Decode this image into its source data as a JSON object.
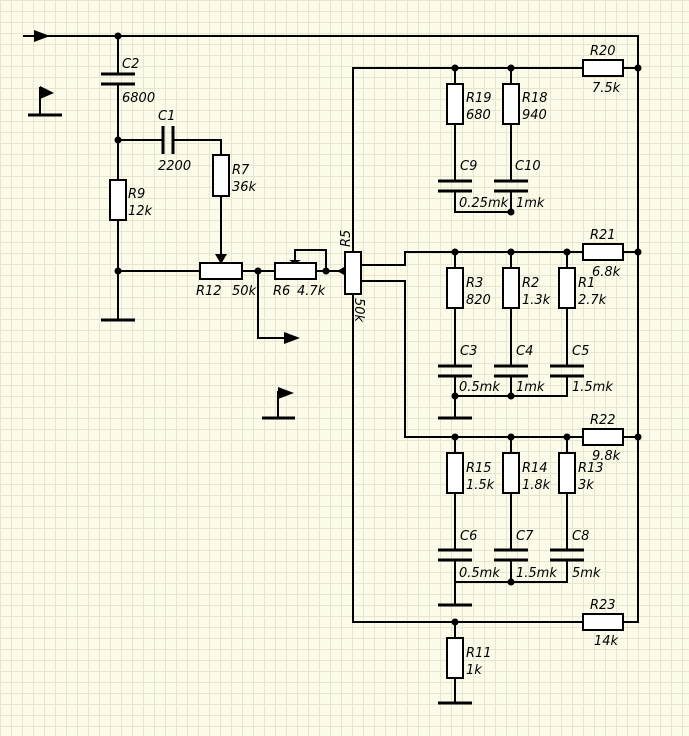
{
  "labels": {
    "C2_name": "C2",
    "C2_value": "6800",
    "C1_name": "C1",
    "C1_value": "2200",
    "R9_name": "R9",
    "R9_value": "12k",
    "R7_name": "R7",
    "R7_value": "36k",
    "R12_name": "R12",
    "R12_value": "50k",
    "R6_name": "R6",
    "R6_value": "4.7k",
    "R5_name": "R5",
    "R5_value": "50k",
    "R20_name": "R20",
    "R20_value": "7.5k",
    "R19_name": "R19",
    "R19_value": "680",
    "R18_name": "R18",
    "R18_value": "940",
    "C9_name": "C9",
    "C9_value": "0.25mk",
    "C10_name": "C10",
    "C10_value": "1mk",
    "R21_name": "R21",
    "R21_value": "6.8k",
    "R3_name": "R3",
    "R3_value": "820",
    "R2_name": "R2",
    "R2_value": "1.3k",
    "R1_name": "R1",
    "R1_value": "2.7k",
    "C3_name": "C3",
    "C3_value": "0.5mk",
    "C4_name": "C4",
    "C4_value": "1mk",
    "C5_name": "C5",
    "C5_value": "1.5mk",
    "R22_name": "R22",
    "R22_value": "9.8k",
    "R15_name": "R15",
    "R15_value": "1.5k",
    "R14_name": "R14",
    "R14_value": "1.8k",
    "R13_name": "R13",
    "R13_value": "3k",
    "C6_name": "C6",
    "C6_value": "0.5mk",
    "C7_name": "C7",
    "C7_value": "1.5mk",
    "C8_name": "C8",
    "C8_value": "5mk",
    "R23_name": "R23",
    "R23_value": "14k",
    "R11_name": "R11",
    "R11_value": "1k"
  }
}
